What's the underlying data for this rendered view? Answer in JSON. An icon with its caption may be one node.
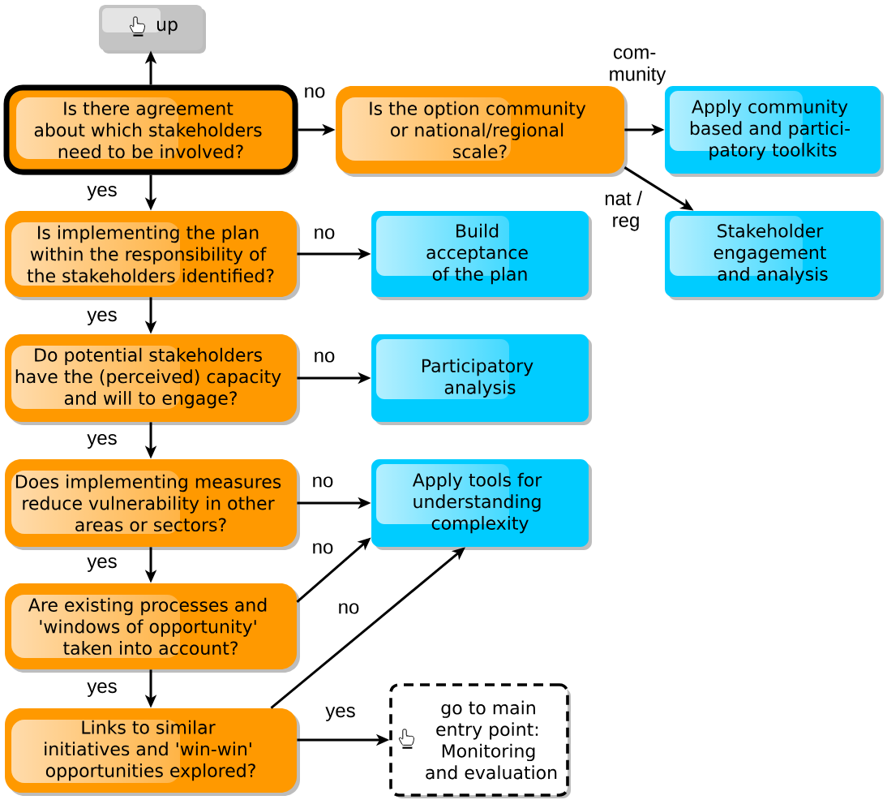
{
  "diagram": {
    "nodes": [
      {
        "text": [
          "up"
        ]
      },
      {
        "text": [
          "Is there agreement about which stakeholders need to be involved?"
        ]
      },
      {
        "text": [
          "Is the option community or national/regional scale?"
        ]
      },
      {
        "text": [
          "Apply community based and partici- patory toolkits"
        ]
      },
      {
        "text": [
          "Is implementing the plan within the responsibility of the stakeholders identified?"
        ]
      },
      {
        "text": [
          "Build acceptance of the plan"
        ]
      },
      {
        "text": [
          "Stakeholder engagement and analysis"
        ]
      },
      {
        "text": [
          "Do potential stakeholders have the (perceived) capacity and will to engage?"
        ]
      },
      {
        "text": [
          "Participatory analysis"
        ]
      },
      {
        "text": [
          "Does implementing measures reduce vulnerability in other areas or sectors?"
        ]
      },
      {
        "text": [
          "Apply tools for understanding complexity"
        ]
      },
      {
        "text": [
          "Are existing processes and 'windows of opportunity' taken into account?"
        ]
      },
      {
        "text": [
          "Links to similar initiatives and 'win-win' opportunities explored?"
        ]
      },
      {
        "text": [
          "go to main entry point: Monitoring and evaluation"
        ]
      }
    ],
    "edges": [
      {
        "from": 1,
        "to": 0,
        "arrow": "to"
      },
      {
        "from": 1,
        "to": 2,
        "arrow": "to",
        "label": "no"
      },
      {
        "from": 2,
        "to": 3,
        "arrow": "to",
        "label": "com- munity"
      },
      {
        "from": 2,
        "to": 6,
        "arrow": "to",
        "label": "nat / reg"
      },
      {
        "from": 1,
        "to": 4,
        "arrow": "to",
        "label": "yes"
      },
      {
        "from": 4,
        "to": 5,
        "arrow": "to",
        "label": "no"
      },
      {
        "from": 4,
        "to": 7,
        "arrow": "to",
        "label": "yes"
      },
      {
        "from": 7,
        "to": 8,
        "arrow": "to",
        "label": "no"
      },
      {
        "from": 7,
        "to": 9,
        "arrow": "to",
        "label": "yes"
      },
      {
        "from": 9,
        "to": 10,
        "arrow": "to",
        "label": "no"
      },
      {
        "from": 9,
        "to": 11,
        "arrow": "to",
        "label": "yes"
      },
      {
        "from": 11,
        "to": 10,
        "arrow": "to",
        "label": "no"
      },
      {
        "from": 11,
        "to": 12,
        "arrow": "to",
        "label": "yes"
      },
      {
        "from": 12,
        "to": 10,
        "arrow": "to",
        "label": "no"
      },
      {
        "from": 12,
        "to": 13,
        "arrow": "to",
        "label": "yes"
      }
    ]
  }
}
